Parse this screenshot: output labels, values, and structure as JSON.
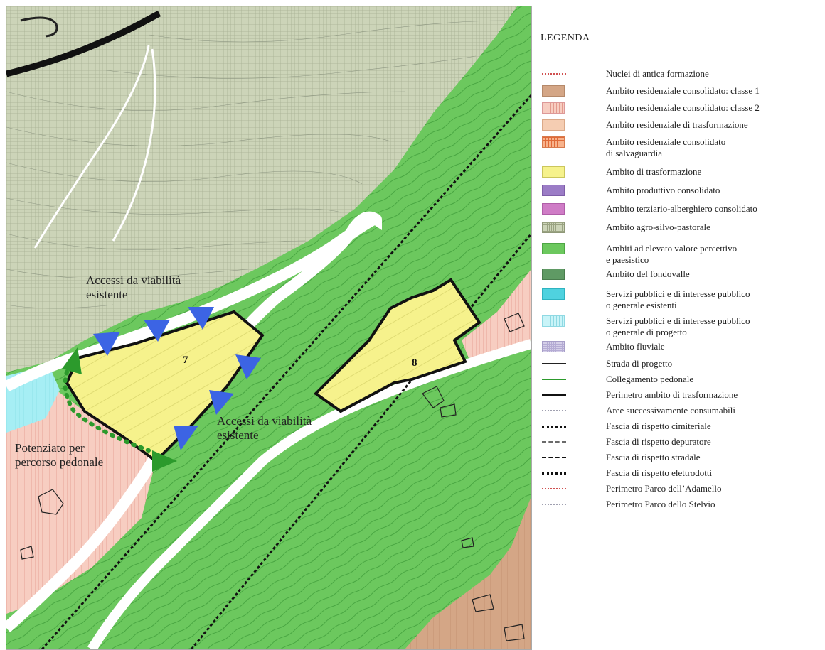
{
  "map": {
    "labels": {
      "access_top": "Accessi da viabilità\nesistente",
      "access_right": "Accessi da viabilità\nesistente",
      "pedestrian": "Potenziato per\npercorso pedonale"
    },
    "zones": [
      "7",
      "8"
    ],
    "colors": {
      "agro": "#ccd4b8",
      "green": "#6cc85e",
      "yellow": "#f6f28c",
      "res_pink": "#f7cdc1",
      "res_brown": "#d4a686",
      "service_blue": "#a6eef4",
      "road": "#ffffff",
      "access_arrow": "#3c64e4",
      "pedestrian_arrow": "#2c9a2c"
    }
  },
  "legend": {
    "title": "LEGENDA",
    "items": [
      {
        "label": "Nuclei di antica formazione",
        "symbol": "line-dotted-red"
      },
      {
        "label": "Ambito residenziale consolidato: classe 1",
        "symbol": "fill-brown"
      },
      {
        "label": "Ambito residenziale consolidato: classe 2",
        "symbol": "fill-hatch-pink"
      },
      {
        "label": "Ambito residenziale di trasformazione",
        "symbol": "fill-peach"
      },
      {
        "label": "Ambito residenziale consolidato\ndi salvaguardia",
        "symbol": "fill-grid-orange"
      },
      {
        "label": "Ambito di trasformazione",
        "symbol": "fill-yellow"
      },
      {
        "label": "Ambito produttivo consolidato",
        "symbol": "fill-purple"
      },
      {
        "label": "Ambito terziario-alberghiero consolidato",
        "symbol": "fill-magenta"
      },
      {
        "label": "Ambito agro-silvo-pastorale",
        "symbol": "fill-grid-khaki"
      },
      {
        "label": "Ambiti ad elevato valore percettivo\ne paesistico",
        "symbol": "fill-green"
      },
      {
        "label": "Ambito del fondovalle",
        "symbol": "fill-darkgreen"
      },
      {
        "label": "Servizi pubblici e di interesse pubblico\no generale esistenti",
        "symbol": "fill-cyan"
      },
      {
        "label": "Servizi pubblici e di interesse pubblico\no generale di progetto",
        "symbol": "fill-hatch-cyan"
      },
      {
        "label": "Ambito fluviale",
        "symbol": "fill-grid-lilac"
      },
      {
        "label": "Strada di progetto",
        "symbol": "line-solid-black"
      },
      {
        "label": "Collegamento pedonale",
        "symbol": "line-solid-green"
      },
      {
        "label": "Perimetro ambito di trasformazione",
        "symbol": "line-thick-black"
      },
      {
        "label": "Aree successivamente consumabili",
        "symbol": "line-dotted-gray"
      },
      {
        "label": "Fascia di rispetto cimiteriale",
        "symbol": "line-dotted-black"
      },
      {
        "label": "Fascia di rispetto depuratore",
        "symbol": "line-dashdot-gray"
      },
      {
        "label": "Fascia di rispetto stradale",
        "symbol": "line-dashed-black"
      },
      {
        "label": "Fascia di rispetto elettrodotti",
        "symbol": "line-sparse-black"
      },
      {
        "label": "Perimetro Parco dell’Adamello",
        "symbol": "line-dotted-red"
      },
      {
        "label": "Perimetro Parco dello Stelvio",
        "symbol": "line-dotted-gray"
      }
    ]
  }
}
